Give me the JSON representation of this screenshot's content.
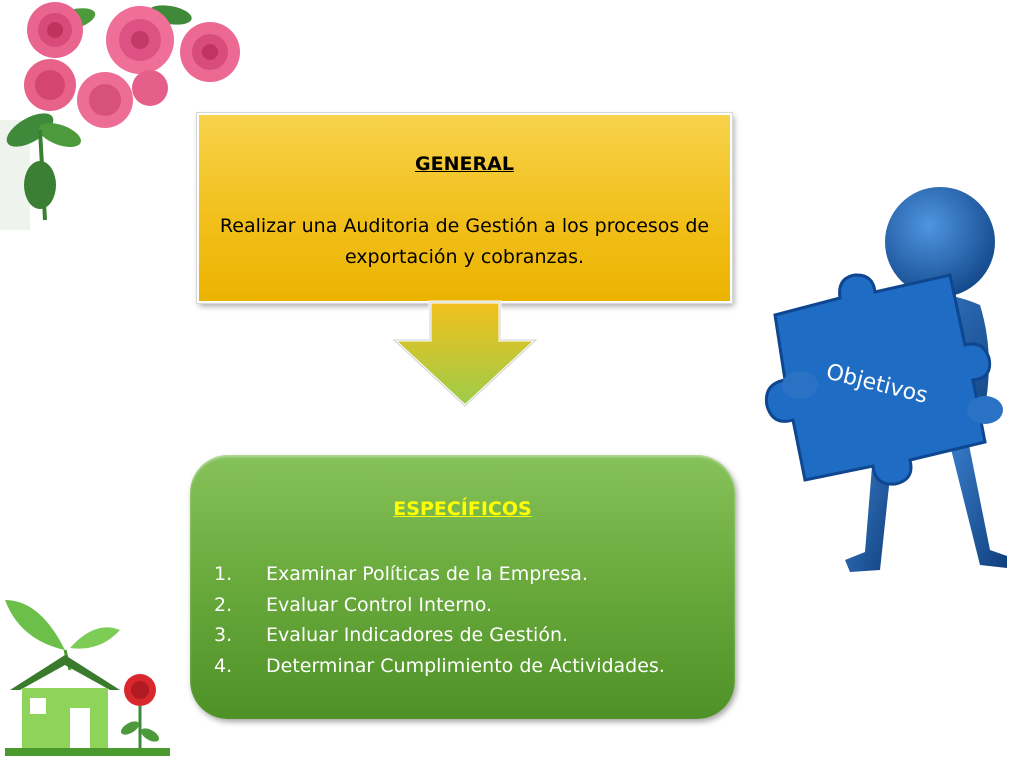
{
  "general": {
    "title": "GENERAL",
    "text": "Realizar una Auditoria de Gestión a los procesos de exportación y cobranzas."
  },
  "specific": {
    "title": "ESPECÍFICOS",
    "items": [
      {
        "number": "1.",
        "text": "Examinar Políticas de la Empresa."
      },
      {
        "number": "2.",
        "text": "Evaluar Control Interno."
      },
      {
        "number": "3.",
        "text": "Evaluar Indicadores de Gestión."
      },
      {
        "number": "4.",
        "text": "Determinar Cumplimiento de Actividades."
      }
    ]
  },
  "figure": {
    "puzzle_label": "Objetivos"
  },
  "colors": {
    "general_box": "#f2c01c",
    "specific_box": "#6bab3e",
    "specific_title": "#ffff00",
    "figure_blue": "#1f5fa8"
  },
  "icons": [
    "rose-icon",
    "arrow-down-icon",
    "puzzle-figure-icon",
    "house-icon"
  ]
}
